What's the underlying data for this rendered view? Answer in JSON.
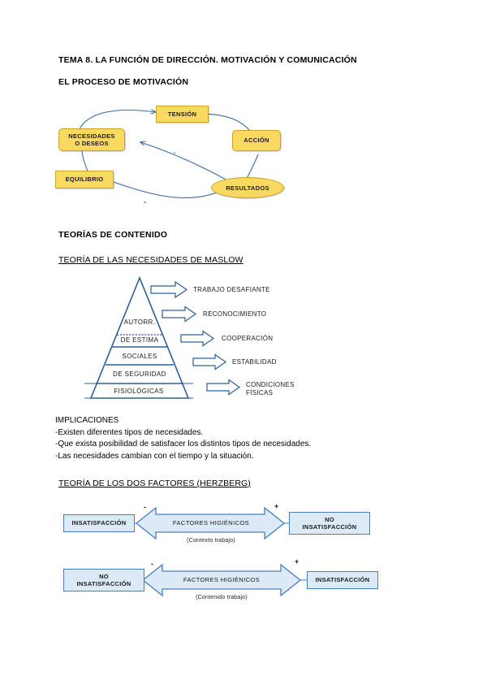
{
  "document": {
    "title": "TEMA 8. LA FUNCIÓN DE DIRECCIÓN. MOTIVACIÓN Y COMUNICACIÓN",
    "section_motivation_process": "EL PROCESO DE MOTIVACIÓN",
    "section_content_theories": "TEORÍAS DE CONTENIDO",
    "subsection_maslow": "TEORÍA DE LAS NECESIDADES DE MASLOW",
    "subsection_herzberg": "TEORÍA DE LOS DOS FACTORES (HERZBERG)"
  },
  "motivation_cycle": {
    "nodes": [
      {
        "id": "necesidades",
        "label": "NECESIDADES\nO DESEOS",
        "shape": "rounded-rect"
      },
      {
        "id": "tension",
        "label": "TENSIÓN",
        "shape": "rect"
      },
      {
        "id": "accion",
        "label": "ACCIÓN",
        "shape": "rounded-rect"
      },
      {
        "id": "resultados",
        "label": "RESULTADOS",
        "shape": "ellipse"
      },
      {
        "id": "equilibrio",
        "label": "EQUILIBRIO",
        "shape": "rect"
      }
    ],
    "fill_color": "#fad961",
    "border_color": "#c9a227",
    "connector_color": "#3b6a9e"
  },
  "maslow": {
    "levels": [
      {
        "label": "AUTORR.",
        "order": 5
      },
      {
        "label": "DE ESTIMA",
        "order": 4
      },
      {
        "label": "SOCIALES",
        "order": 3
      },
      {
        "label": "DE SEGURIDAD",
        "order": 2
      },
      {
        "label": "FISIOLÓGICAS",
        "order": 1
      }
    ],
    "arrow_labels": [
      {
        "text": "TRABAJO DESAFIANTE"
      },
      {
        "text": "RECONOCIMIENTO"
      },
      {
        "text": "COOPERACIÓN"
      },
      {
        "text": "ESTABILIDAD"
      },
      {
        "text": "CONDICIONES\nFÍSICAS"
      }
    ],
    "outline_color": "#2e5f96"
  },
  "implications": {
    "heading": "IMPLICACIONES",
    "lines": [
      "-Existen diferentes tipos de necesidades.",
      "-Que exista posibilidad de satisfacer los distintos tipos de necesidades.",
      "-Las necesidades cambian con el tiempo y la situación."
    ],
    "full_text": "IMPLICACIONES\n-Existen diferentes tipos de necesidades.\n-Que exista posibilidad de satisfacer los distintos tipos de necesidades.\n-Las necesidades cambian con el tiempo y la situación."
  },
  "herzberg": {
    "fill_color": "#dce9f7",
    "border_color": "#4a7ebb",
    "rows": [
      {
        "left_box": "INSATISFACCIÓN",
        "arrow_label": "FACTORES HIGIÉNICOS",
        "right_box": "NO\nINSATISFACCIÓN",
        "caption": "(Contexto trabajo)",
        "left_sign": "-",
        "right_sign": "+"
      },
      {
        "left_box": "NO\nINSATISFACCIÓN",
        "arrow_label": "FACTORES HIGIÉNICOS",
        "right_box": "INSATISFACCIÓN",
        "caption": "(Contenido trabajo)",
        "left_sign": "-",
        "right_sign": "+"
      }
    ]
  }
}
